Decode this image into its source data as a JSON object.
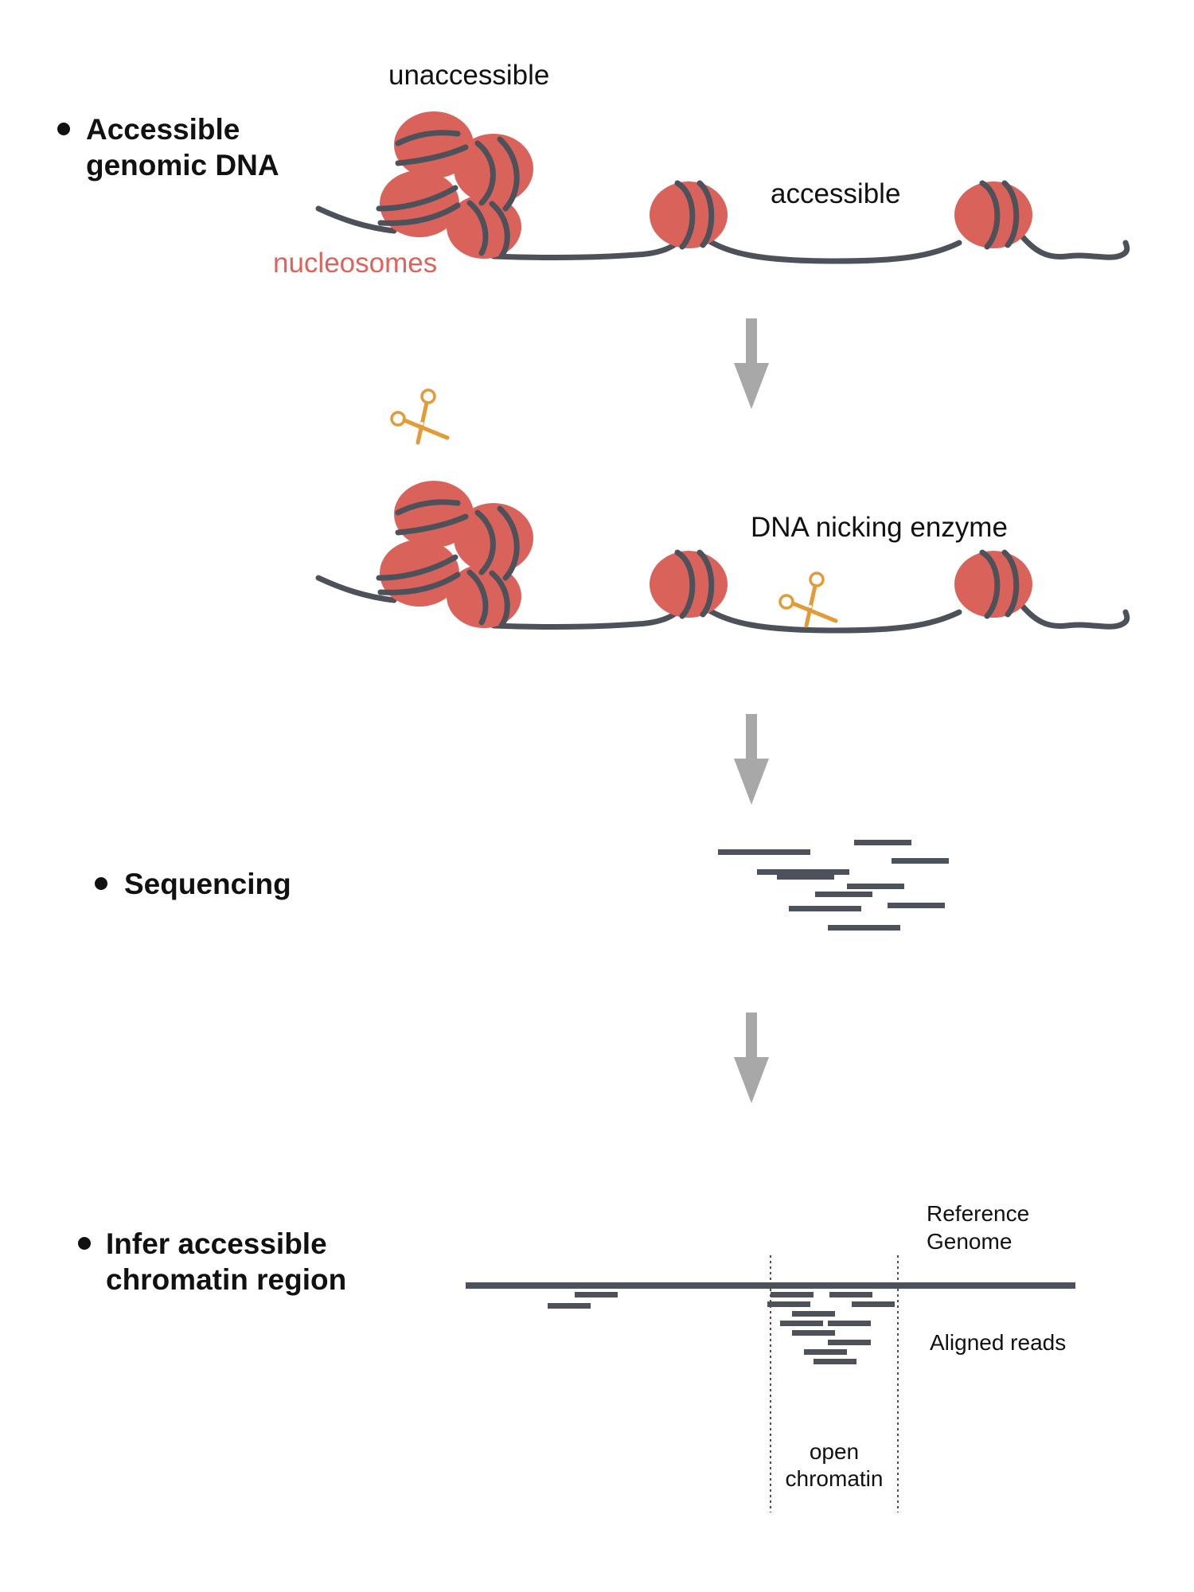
{
  "colors": {
    "nucleosome": "#d9625b",
    "dna": "#4d5159",
    "scissors": "#e39b38",
    "arrow": "#a8a8a8",
    "reads": "#4d5159",
    "nucleosome_label": "#e0625a"
  },
  "section1": {
    "bullet_line1": "Accessible",
    "bullet_line2": "genomic DNA",
    "label_unaccessible": "unaccessible",
    "label_accessible": "accessible",
    "label_nucleosomes": "nucleosomes"
  },
  "section2": {
    "label_enzyme": "DNA nicking enzyme",
    "scissors_icon": "scissors-icon"
  },
  "section3": {
    "bullet": "Sequencing"
  },
  "section4": {
    "bullet_line1": "Infer accessible",
    "bullet_line2": "chromatin region",
    "label_reference_line1": "Reference",
    "label_reference_line2": "Genome",
    "label_aligned": "Aligned reads",
    "label_open_line1": "open",
    "label_open_line2": "chromatin"
  }
}
